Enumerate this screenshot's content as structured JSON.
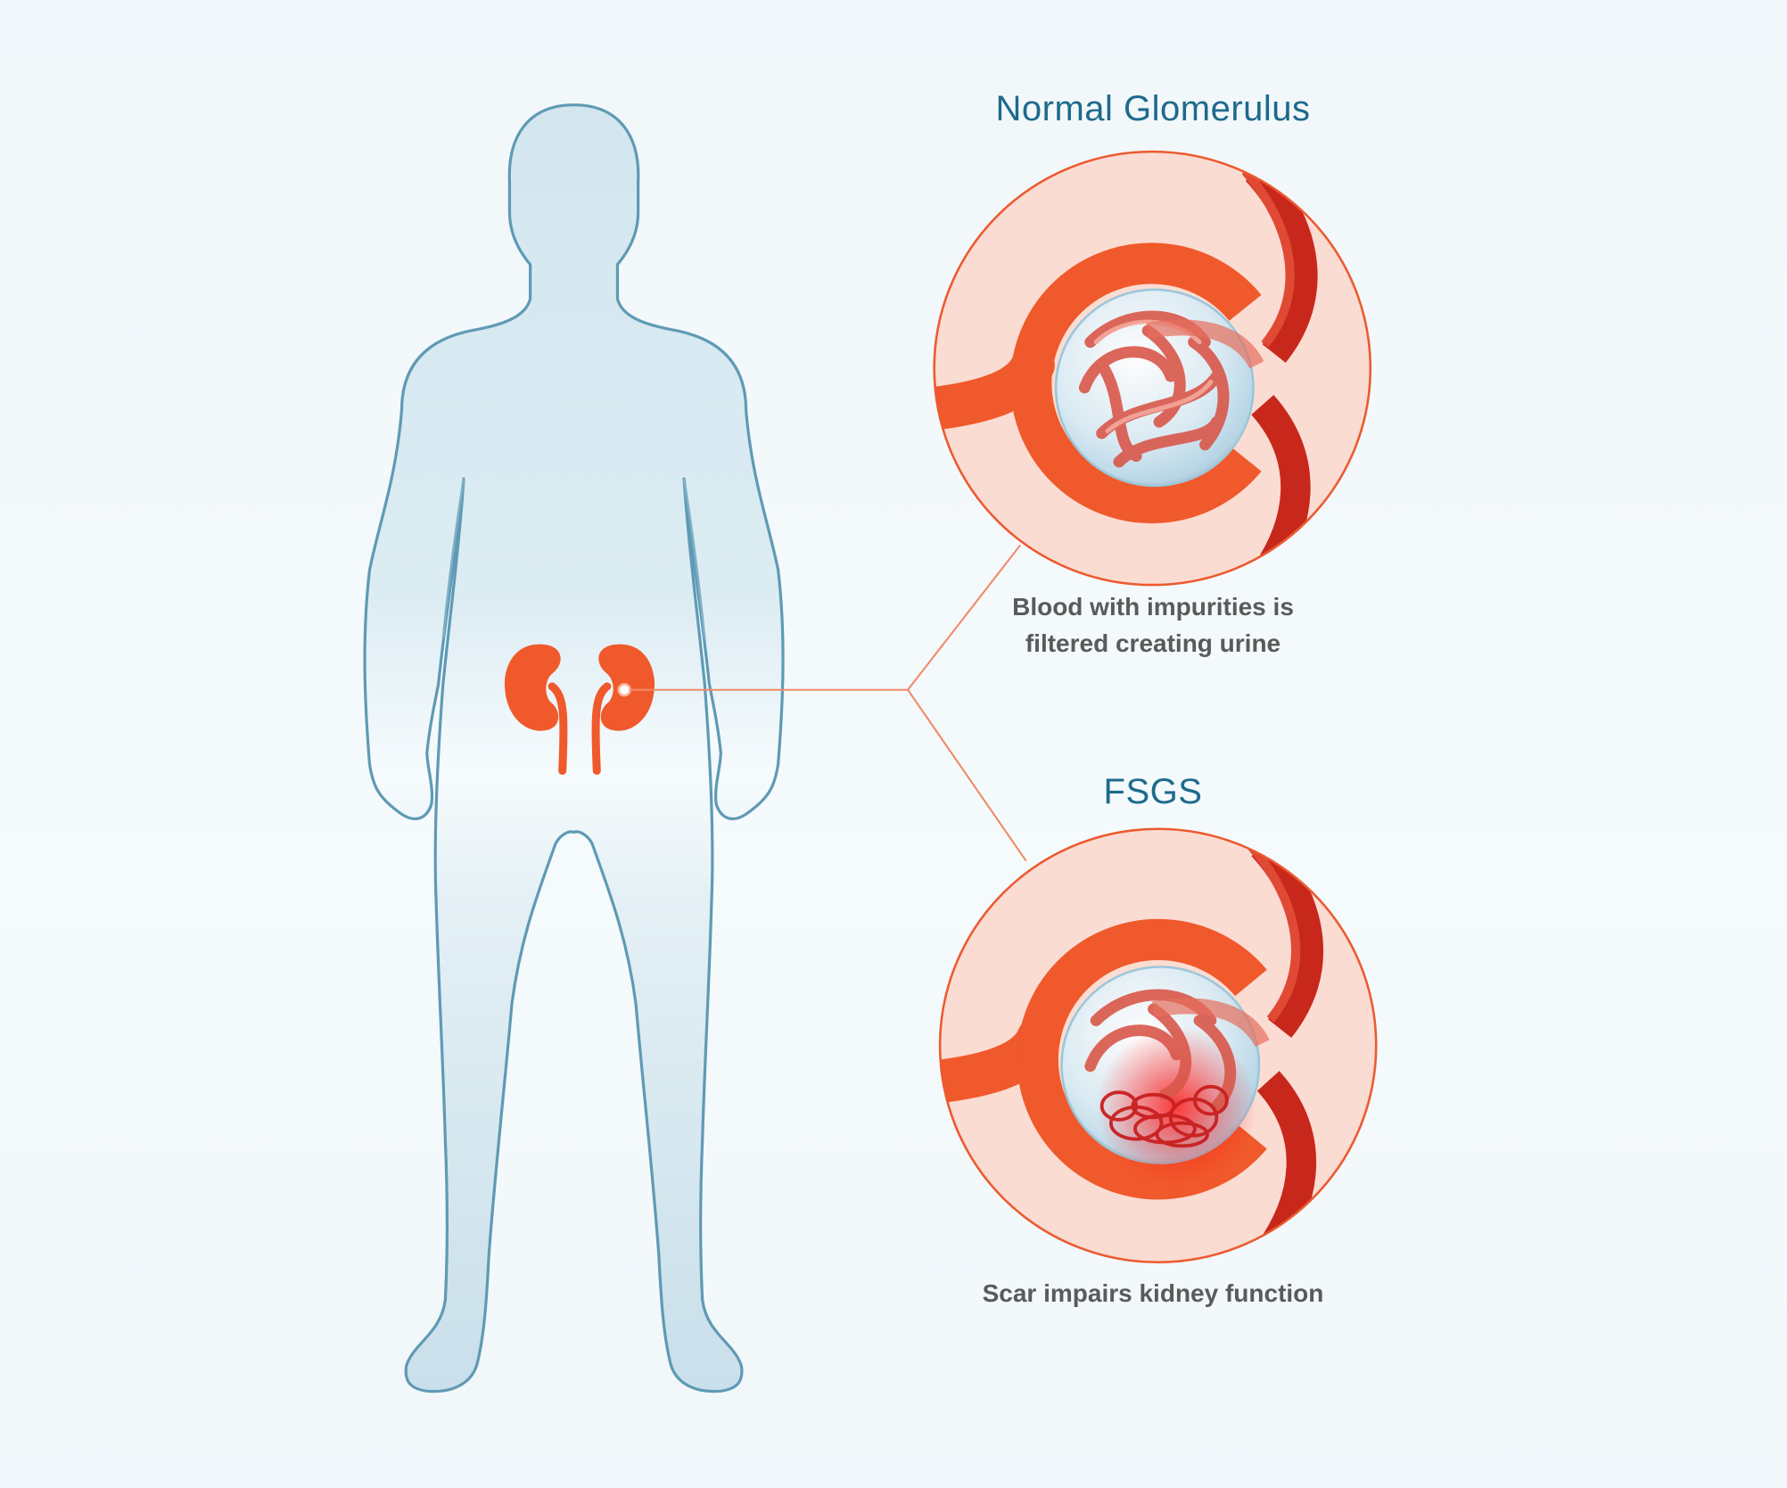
{
  "headings": {
    "normal": "Normal Glomerulus",
    "fsgs": "FSGS"
  },
  "captions": {
    "normal_line1": "Blood with impurities is",
    "normal_line2": "filtered creating urine",
    "fsgs": "Scar impairs kidney function"
  },
  "colors": {
    "body_fill": "#d3e6ef",
    "body_outline": "#5f9ab5",
    "kidney": "#f0592b",
    "vessel": "#f0592b",
    "vessel_dark": "#c8281b",
    "circle_fill": "#fbdcd2",
    "circle_stroke": "#ec5a30",
    "heading": "#1d6a8c",
    "caption": "#5a5a5a"
  }
}
